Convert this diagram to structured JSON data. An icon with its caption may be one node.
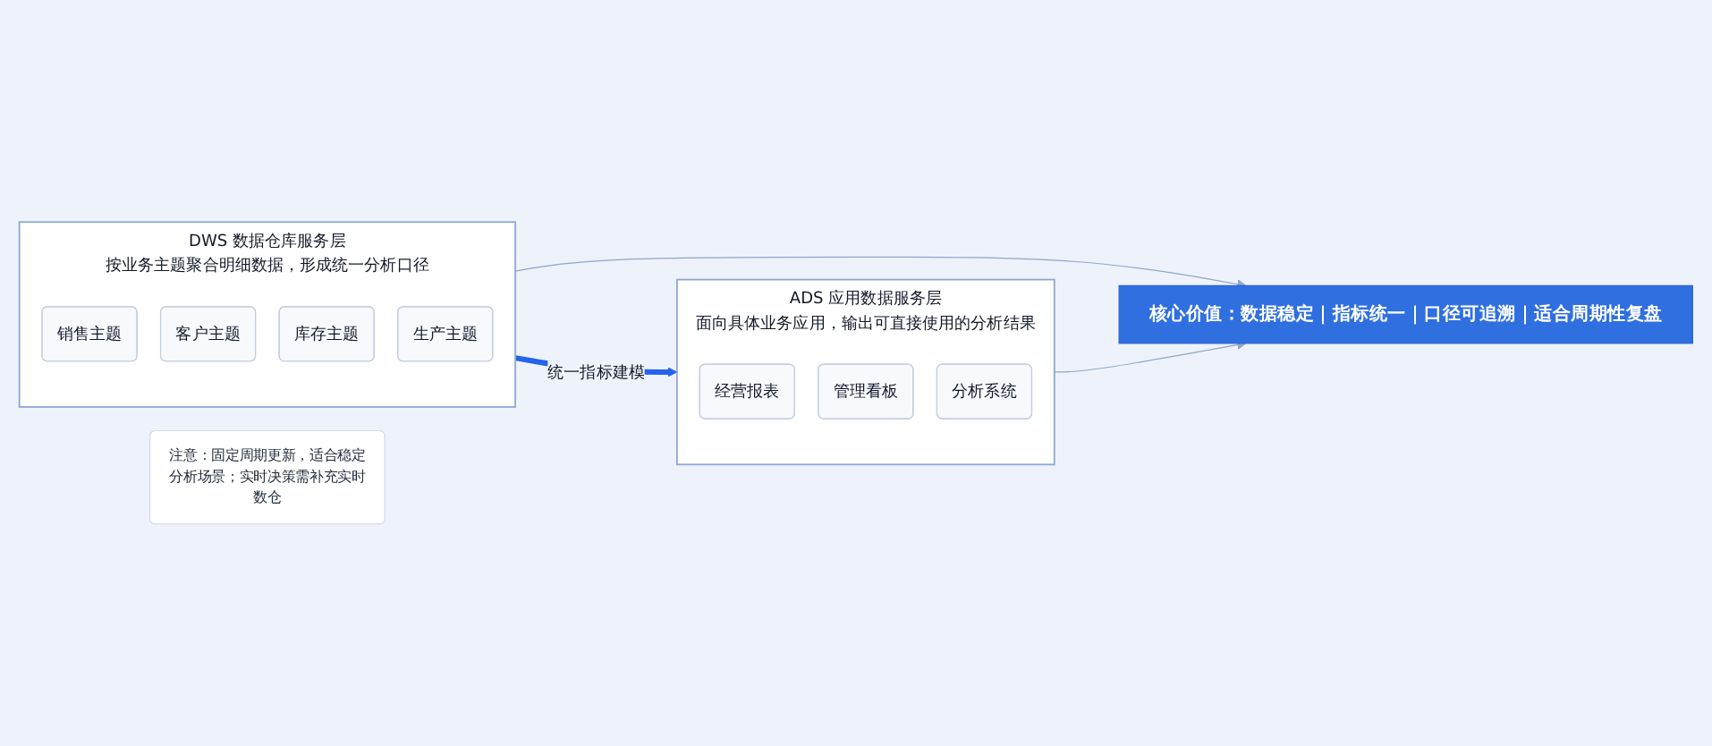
{
  "diagram": {
    "nodes": [
      {
        "text": [
          "DWS 数据仓库服务层",
          "按业务主题聚合明细数据，形成统一分析口径"
        ]
      },
      {
        "text": [
          "销售主题"
        ],
        "in": 0
      },
      {
        "text": [
          "客户主题"
        ],
        "in": 0
      },
      {
        "text": [
          "库存主题"
        ],
        "in": 0
      },
      {
        "text": [
          "生产主题"
        ],
        "in": 0
      },
      {
        "text": [
          "ADS 应用数据服务层",
          "面向具体业务应用，输出可直接使用的分析结果"
        ]
      },
      {
        "text": [
          "经营报表"
        ],
        "in": 5
      },
      {
        "text": [
          "管理看板"
        ],
        "in": 5
      },
      {
        "text": [
          "分析系统"
        ],
        "in": 5
      },
      {
        "text": [
          "核心价值：数据稳定｜指标统一｜口径可追溯｜适合周期性复盘"
        ]
      },
      {
        "text": [
          "注意：固定周期更新，适合稳定分析场景；实时决策需补充实时数仓"
        ]
      }
    ],
    "edges": [
      {
        "from": 0,
        "to": 5,
        "arrow": "to",
        "label": "统一指标建模",
        "style": "thick",
        "color": "#2563eb"
      },
      {
        "from": 0,
        "to": 9,
        "arrow": "to"
      },
      {
        "from": 5,
        "to": 9,
        "arrow": "to"
      }
    ]
  }
}
